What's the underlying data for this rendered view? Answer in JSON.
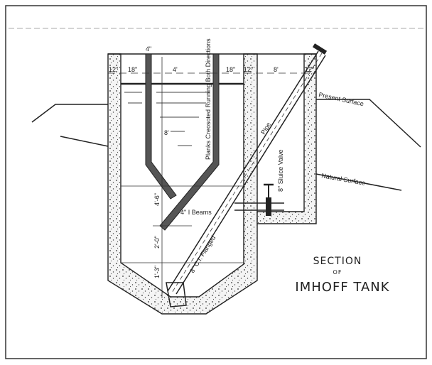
{
  "title": {
    "line1": "SECTION",
    "line2": "OF",
    "line3": "IMHOFF TANK"
  },
  "dimensions": {
    "top_pipe": "4\"",
    "left_wall": "12\"",
    "left_flow": "18\"",
    "channel": "4'",
    "right_flow": "18\"",
    "mid_wall": "12\"",
    "chamber": "8'",
    "right_wall": "12\"",
    "depth_upper": "8'",
    "slot_height": "4'-6\"",
    "hopper_mid": "2'-0\"",
    "hopper_bottom": "1'-3\""
  },
  "labels": {
    "planks": "Planks Creosoted Running Both Directions",
    "beams": "4\" I Beams",
    "pipe_label": "Pipe",
    "cast_iron_pipe": "8\" C.I. Flanged",
    "sluice_valve": "8\" Sluice Valve",
    "present_surface": "Present Surface",
    "natural_surface": "Natural Surface"
  }
}
